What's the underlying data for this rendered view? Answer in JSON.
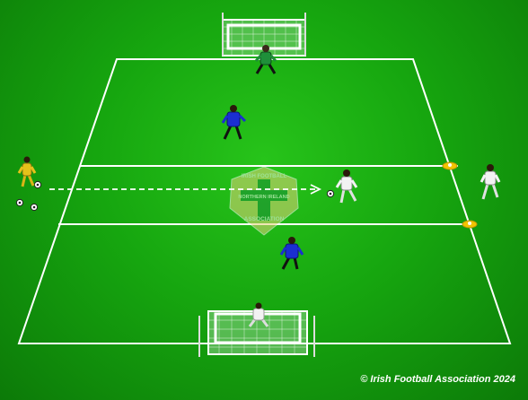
{
  "drill": {
    "copyright": "© Irish Football Association 2024",
    "crest": {
      "top_text": "IRISH FOOTBALL",
      "band_text": "NORTHERN IRELAND",
      "bottom_text": "ASSOCIATION"
    }
  },
  "colors": {
    "pitch": "#16a60f",
    "lines": "#ffffff",
    "team_blue": "#1b2fd1",
    "team_white": "#f2f2f2",
    "goalkeeper_green": "#1f8f3a",
    "server_yellow": "#e6c21a",
    "cone": "#f2c400"
  },
  "players": [
    {
      "role": "goalkeeper-top",
      "kit": "green"
    },
    {
      "role": "defender-blue-upper",
      "kit": "blue"
    },
    {
      "role": "defender-blue-lower",
      "kit": "blue"
    },
    {
      "role": "attacker-white",
      "kit": "white"
    },
    {
      "role": "goalkeeper-bottom",
      "kit": "white"
    },
    {
      "role": "server-left",
      "kit": "yellow"
    },
    {
      "role": "target-right",
      "kit": "white"
    }
  ],
  "icons": [
    "goal-icon",
    "football-icon",
    "cone-icon",
    "dashed-arrow-icon"
  ]
}
